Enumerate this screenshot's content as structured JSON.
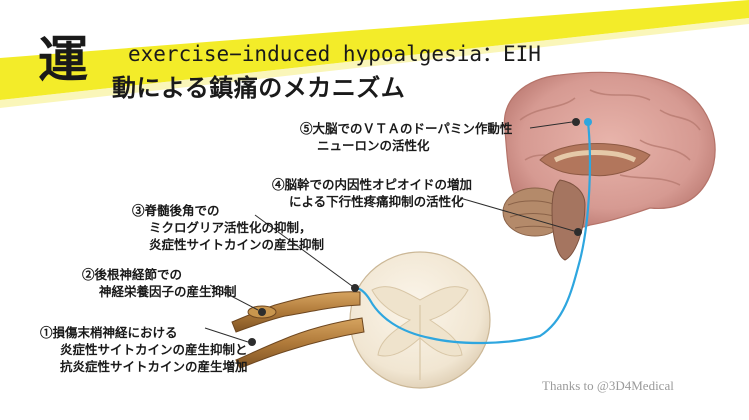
{
  "title": {
    "kanji": "運",
    "english": "exercise−induced hypoalgesia：EIH",
    "japanese": "動による鎮痛のメカニズム"
  },
  "labels": [
    {
      "number": "⑤",
      "lines": [
        "⑤大脳でのＶＴＡのドーパミン作動性",
        "ニューロンの活性化"
      ]
    },
    {
      "number": "④",
      "lines": [
        "④脳幹での内因性オピオイドの増加",
        "による下行性疼痛抑制の活性化"
      ]
    },
    {
      "number": "③",
      "lines": [
        "③脊髄後角での",
        "ミクログリア活性化の抑制，",
        "炎症性サイトカインの産生抑制"
      ]
    },
    {
      "number": "②",
      "lines": [
        "②後根神経節での",
        "神経栄養因子の産生抑制"
      ]
    },
    {
      "number": "①",
      "lines": [
        "①損傷末梢神経における",
        "炎症性サイトカインの産生抑制と",
        "抗炎症性サイトカインの産生増加"
      ]
    }
  ],
  "credit": "Thanks to @3D4Medical",
  "colors": {
    "highlight_band": "#f2ea12",
    "pathway": "#2ea6df",
    "brain": "#d69a92",
    "spinal_cord": "#f1e6d2",
    "nerve": "#b07a3a"
  }
}
